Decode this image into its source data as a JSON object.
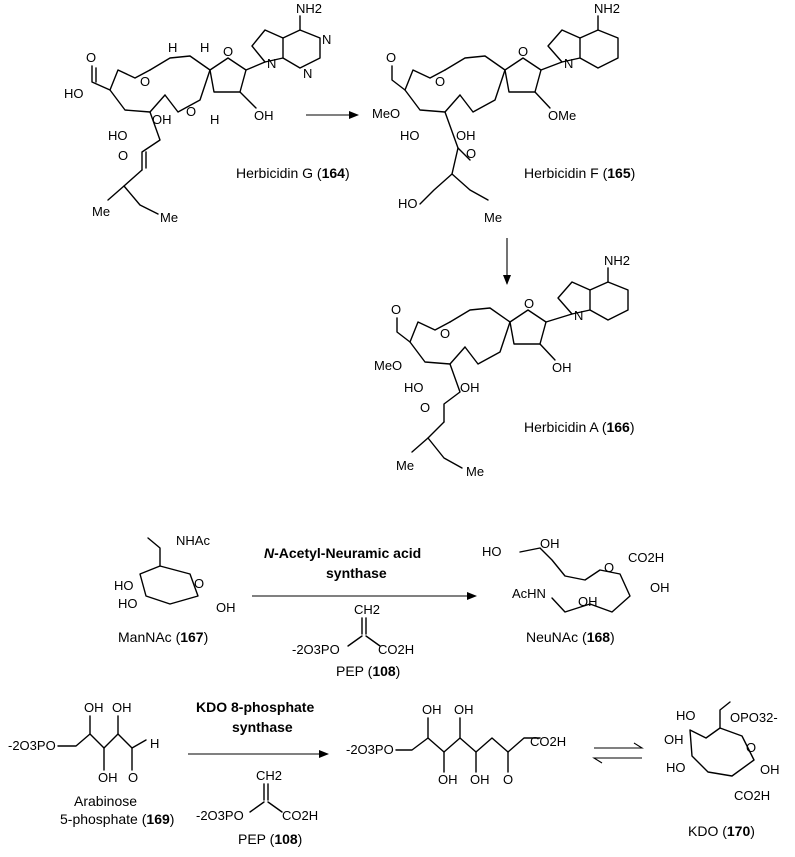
{
  "compounds": {
    "herbicidin_g": {
      "name": "Herbicidin G (",
      "num": "164",
      "close": ")"
    },
    "herbicidin_f": {
      "name": "Herbicidin F (",
      "num": "165",
      "close": ")"
    },
    "herbicidin_a": {
      "name": "Herbicidin A (",
      "num": "166",
      "close": ")"
    },
    "mannac": {
      "name": "ManNAc (",
      "num": "167",
      "close": ")"
    },
    "neunac": {
      "name": "NeuNAc (",
      "num": "168",
      "close": ")"
    },
    "pep": {
      "name": "PEP (",
      "num": "108",
      "close": ")"
    },
    "arabinose_line1": "Arabinose",
    "arabinose_line2": {
      "name": "5-phosphate (",
      "num": "169",
      "close": ")"
    },
    "kdo": {
      "name": "KDO (",
      "num": "170",
      "close": ")"
    }
  },
  "enzymes": {
    "neu_synthase_italic": "N",
    "neu_synthase_line1": "-Acetyl-Neuramic acid",
    "neu_synthase_line2": "synthase",
    "kdo_synthase_line1": "KDO 8-phosphate",
    "kdo_synthase_line2": "synthase"
  },
  "atoms": {
    "nh2": "NH2",
    "n": "N",
    "o": "O",
    "oh": "OH",
    "ho": "HO",
    "h": "H",
    "ome": "OMe",
    "meo": "MeO",
    "me": "Me",
    "nhac": "NHAc",
    "achn": "AcHN",
    "co2h": "CO2H",
    "ch2": "CH2",
    "o3po": "-2O3PO",
    "opo3": "OPO32-"
  }
}
